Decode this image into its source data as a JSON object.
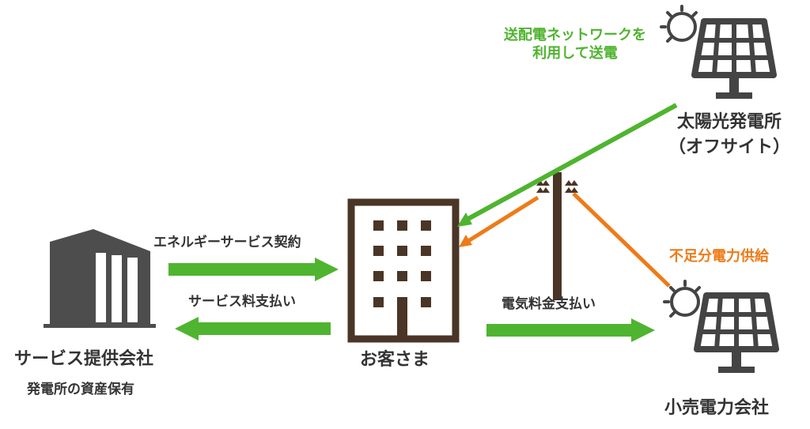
{
  "colors": {
    "green": "#4fb42f",
    "orange": "#ee7b18",
    "building_brown": "#4a3526",
    "pole_brown": "#4a3526",
    "provider_gray": "#4d4d4d",
    "solar_gray": "#444444",
    "text": "#333333"
  },
  "nodes": {
    "provider": {
      "title": "サービス提供会社",
      "subtitle": "発電所の資産保有",
      "icon": "office-building-icon"
    },
    "customer": {
      "title": "お客さま",
      "icon": "apartment-building-icon"
    },
    "offsite_solar": {
      "title_line1": "太陽光発電所",
      "title_line2": "（オフサイト）",
      "icon": "solar-panel-icon"
    },
    "retailer": {
      "title": "小売電力会社",
      "icon": "solar-panel-icon"
    },
    "pole": {
      "icon": "utility-pole-icon"
    }
  },
  "flows": {
    "energy_service_contract": "エネルギーサービス契約",
    "service_fee_payment": "サービス料支払い",
    "electricity_fee_payment": "電気料金支払い",
    "grid_transmission_line1": "送配電ネットワークを",
    "grid_transmission_line2": "利用して送電",
    "shortfall_supply": "不足分電力供給"
  }
}
